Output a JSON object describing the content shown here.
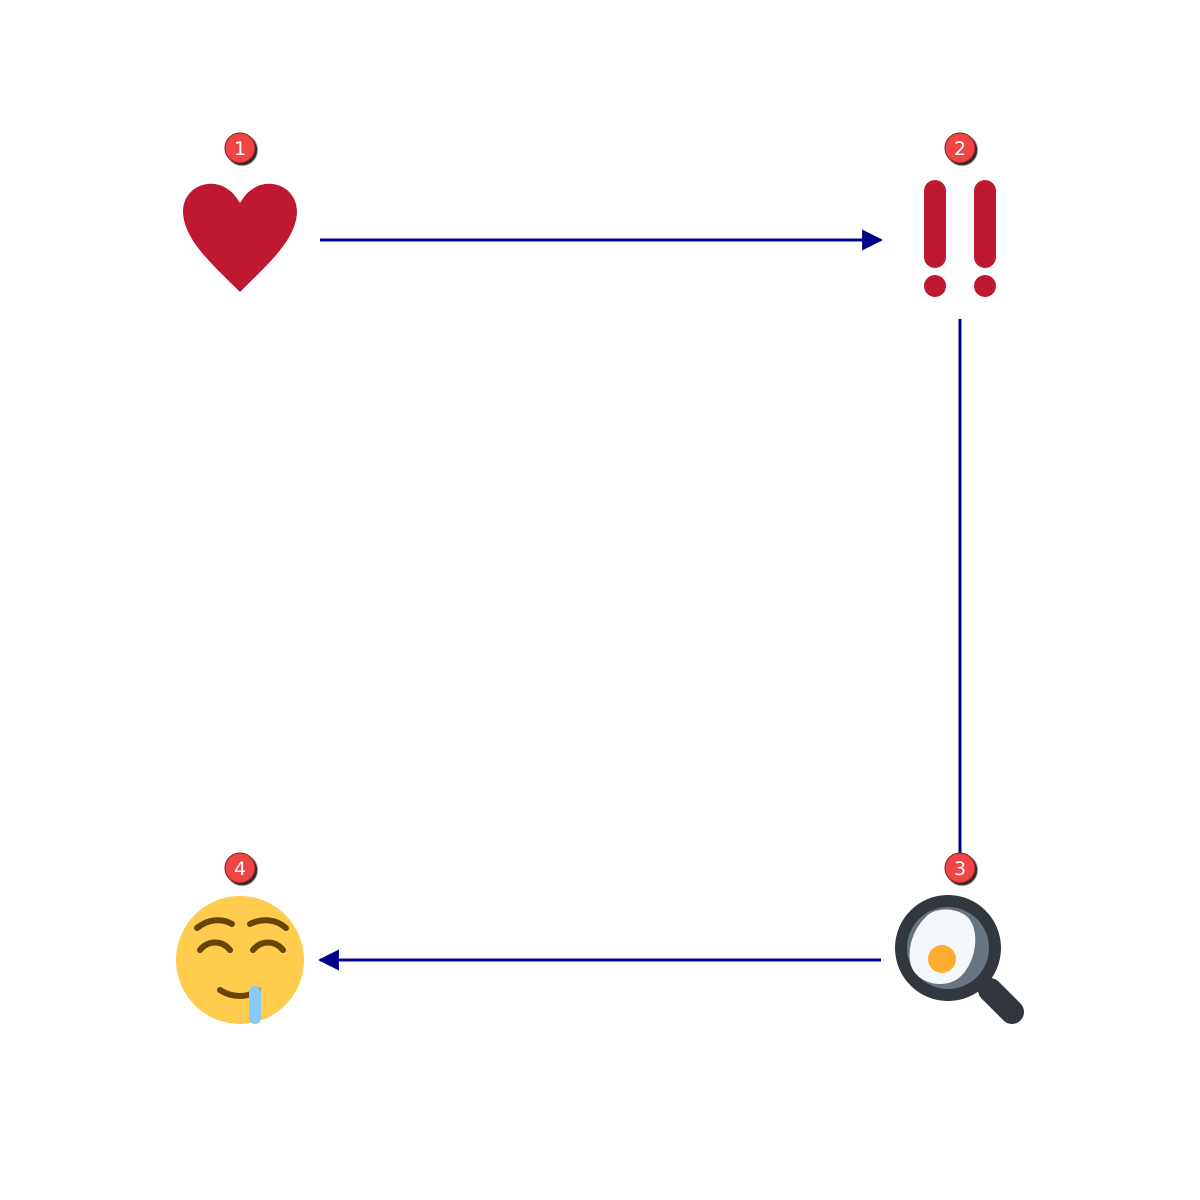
{
  "diagram": {
    "steps": [
      {
        "number": "1",
        "icon": "red-heart-icon"
      },
      {
        "number": "2",
        "icon": "double-exclamation-icon"
      },
      {
        "number": "3",
        "icon": "frying-pan-egg-icon"
      },
      {
        "number": "4",
        "icon": "drooling-face-icon"
      }
    ],
    "connections": [
      {
        "from": "1",
        "to": "2"
      },
      {
        "from": "2",
        "to": "3"
      },
      {
        "from": "3",
        "to": "4"
      }
    ],
    "colors": {
      "arrow": "#00008b",
      "badge": "#ef4444",
      "heart": "#be1931",
      "exclamation": "#be1931",
      "face": "#ffcc4d",
      "drool": "#88c9f9",
      "pan": "#31373d"
    }
  }
}
